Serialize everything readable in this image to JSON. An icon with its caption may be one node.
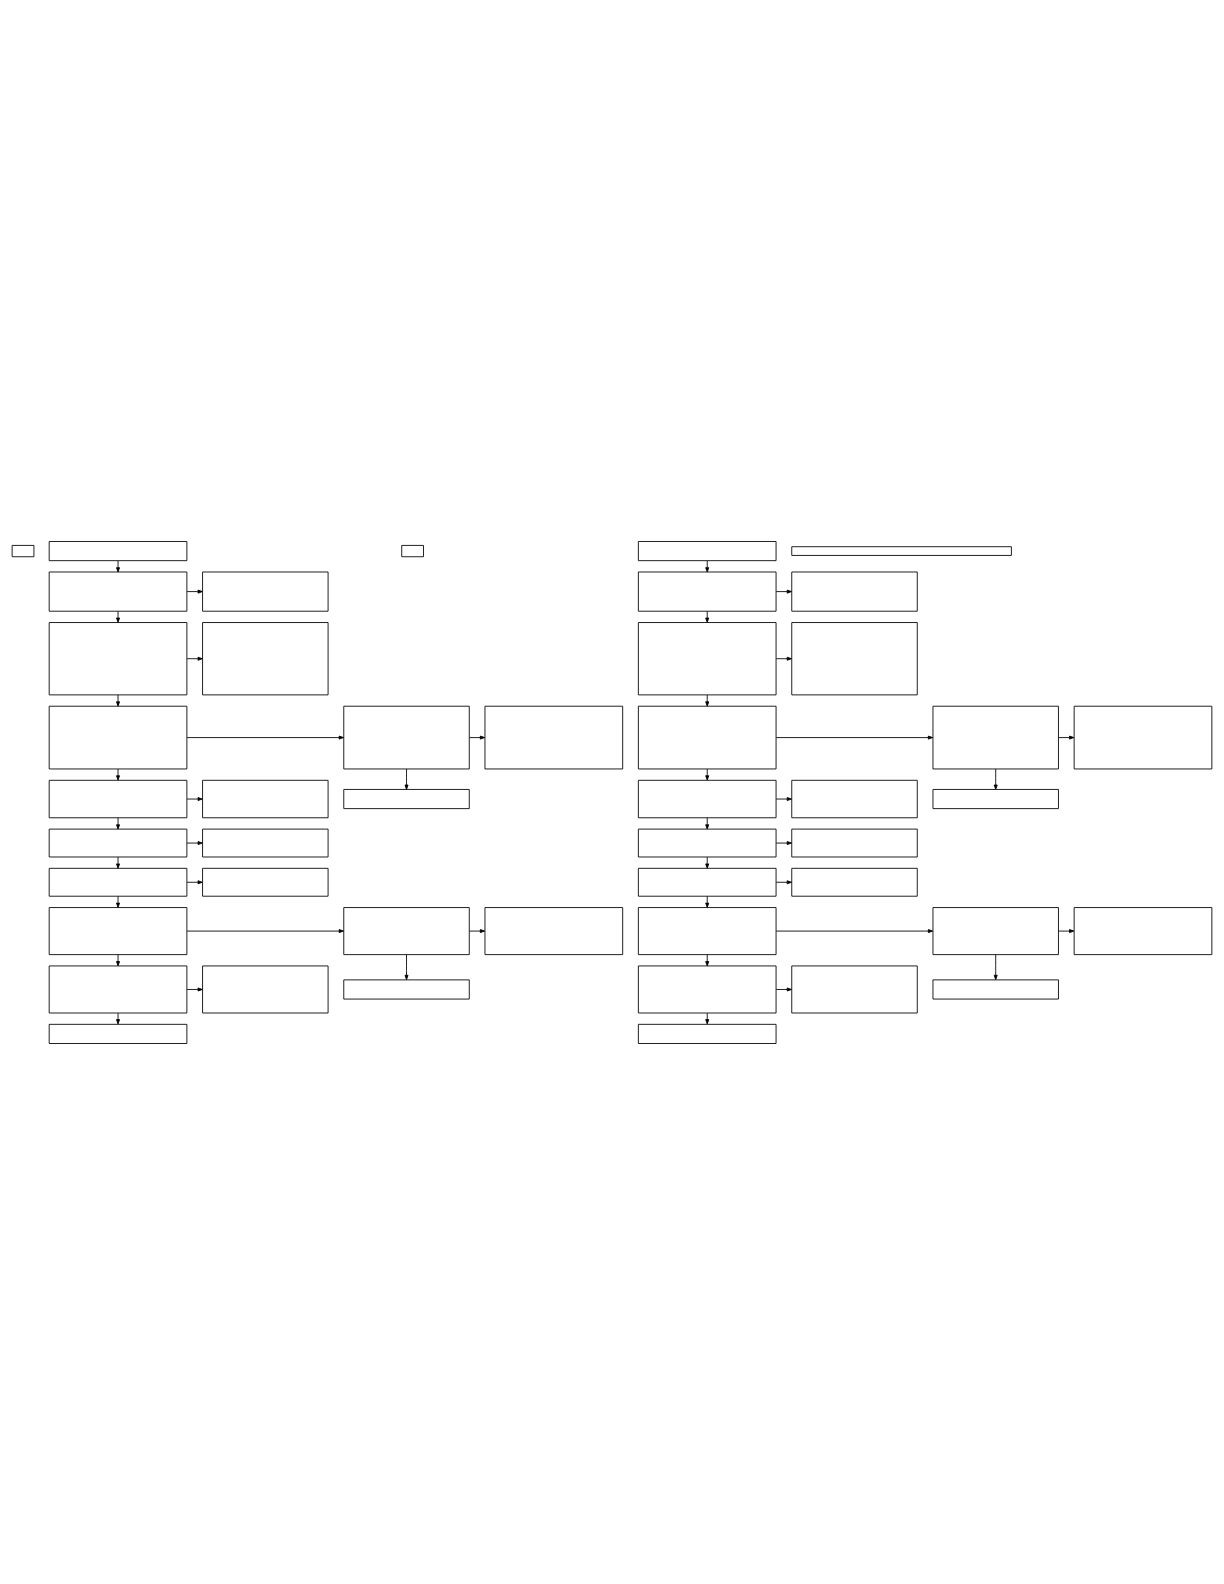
{
  "diagram": {
    "nodes": [
      {
        "text": [],
        "shape": "box"
      },
      {
        "text": [],
        "shape": "box"
      },
      {
        "text": [],
        "shape": "box"
      },
      {
        "text": [],
        "shape": "box"
      },
      {
        "text": [],
        "shape": "box"
      },
      {
        "text": [],
        "shape": "box"
      },
      {
        "text": [],
        "shape": "box"
      },
      {
        "text": [],
        "shape": "box"
      },
      {
        "text": [],
        "shape": "box"
      },
      {
        "text": [],
        "shape": "box"
      },
      {
        "text": [],
        "shape": "box"
      },
      {
        "text": [],
        "shape": "box"
      },
      {
        "text": [],
        "shape": "box"
      },
      {
        "text": [],
        "shape": "box"
      },
      {
        "text": [],
        "shape": "box"
      },
      {
        "text": [],
        "shape": "box"
      },
      {
        "text": [],
        "shape": "box"
      },
      {
        "text": [],
        "shape": "box"
      },
      {
        "text": [],
        "shape": "box"
      },
      {
        "text": [],
        "shape": "box"
      },
      {
        "text": [],
        "shape": "box"
      },
      {
        "text": [],
        "shape": "box"
      },
      {
        "text": [],
        "shape": "box"
      },
      {
        "text": [],
        "shape": "box"
      },
      {
        "text": [],
        "shape": "box"
      },
      {
        "text": [],
        "shape": "box"
      },
      {
        "text": [],
        "shape": "box"
      },
      {
        "text": [],
        "shape": "box"
      },
      {
        "text": [],
        "shape": "box"
      },
      {
        "text": [],
        "shape": "box"
      },
      {
        "text": [],
        "shape": "box"
      },
      {
        "text": [],
        "shape": "box"
      },
      {
        "text": [],
        "shape": "box"
      },
      {
        "text": [],
        "shape": "box"
      },
      {
        "text": [],
        "shape": "box"
      },
      {
        "text": [],
        "shape": "box"
      },
      {
        "text": [],
        "shape": "box"
      },
      {
        "text": [],
        "shape": "box"
      },
      {
        "text": [],
        "shape": "box"
      },
      {
        "text": [],
        "shape": "box"
      },
      {
        "text": [],
        "shape": "box"
      },
      {
        "text": [],
        "shape": "box"
      },
      {
        "text": [],
        "shape": "box"
      },
      {
        "text": [],
        "shape": "box"
      },
      {
        "text": [],
        "shape": "box"
      },
      {
        "text": [],
        "shape": "box"
      },
      {
        "text": [],
        "shape": "box"
      }
    ],
    "edges": [
      {
        "from": 1,
        "to": 2,
        "arrow": "to"
      },
      {
        "from": 2,
        "to": 3,
        "arrow": "to"
      },
      {
        "from": 2,
        "to": 4,
        "arrow": "to"
      },
      {
        "from": 4,
        "to": 5,
        "arrow": "to"
      },
      {
        "from": 4,
        "to": 6,
        "arrow": "to"
      },
      {
        "from": 6,
        "to": 7,
        "arrow": "to"
      },
      {
        "from": 7,
        "to": 8,
        "arrow": "to"
      },
      {
        "from": 7,
        "to": 9,
        "arrow": "to"
      },
      {
        "from": 6,
        "to": 10,
        "arrow": "to"
      },
      {
        "from": 10,
        "to": 11,
        "arrow": "to"
      },
      {
        "from": 10,
        "to": 12,
        "arrow": "to"
      },
      {
        "from": 12,
        "to": 13,
        "arrow": "to"
      },
      {
        "from": 12,
        "to": 14,
        "arrow": "to"
      },
      {
        "from": 14,
        "to": 15,
        "arrow": "to"
      },
      {
        "from": 14,
        "to": 16,
        "arrow": "to"
      },
      {
        "from": 16,
        "to": 17,
        "arrow": "to"
      },
      {
        "from": 17,
        "to": 18,
        "arrow": "to"
      },
      {
        "from": 17,
        "to": 19,
        "arrow": "to"
      },
      {
        "from": 16,
        "to": 20,
        "arrow": "to"
      },
      {
        "from": 20,
        "to": 21,
        "arrow": "to"
      },
      {
        "from": 20,
        "to": 22,
        "arrow": "to"
      },
      {
        "from": 24,
        "to": 25,
        "arrow": "to"
      },
      {
        "from": 25,
        "to": 26,
        "arrow": "to"
      },
      {
        "from": 25,
        "to": 27,
        "arrow": "to"
      },
      {
        "from": 27,
        "to": 28,
        "arrow": "to"
      },
      {
        "from": 27,
        "to": 29,
        "arrow": "to"
      },
      {
        "from": 29,
        "to": 30,
        "arrow": "to"
      },
      {
        "from": 30,
        "to": 31,
        "arrow": "to"
      },
      {
        "from": 30,
        "to": 32,
        "arrow": "to"
      },
      {
        "from": 29,
        "to": 33,
        "arrow": "to"
      },
      {
        "from": 33,
        "to": 34,
        "arrow": "to"
      },
      {
        "from": 33,
        "to": 35,
        "arrow": "to"
      },
      {
        "from": 35,
        "to": 36,
        "arrow": "to"
      },
      {
        "from": 35,
        "to": 37,
        "arrow": "to"
      },
      {
        "from": 37,
        "to": 38,
        "arrow": "to"
      },
      {
        "from": 37,
        "to": 39,
        "arrow": "to"
      },
      {
        "from": 39,
        "to": 40,
        "arrow": "to"
      },
      {
        "from": 40,
        "to": 41,
        "arrow": "to"
      },
      {
        "from": 40,
        "to": 42,
        "arrow": "to"
      },
      {
        "from": 39,
        "to": 43,
        "arrow": "to"
      },
      {
        "from": 43,
        "to": 44,
        "arrow": "to"
      },
      {
        "from": 43,
        "to": 45,
        "arrow": "to"
      }
    ]
  }
}
